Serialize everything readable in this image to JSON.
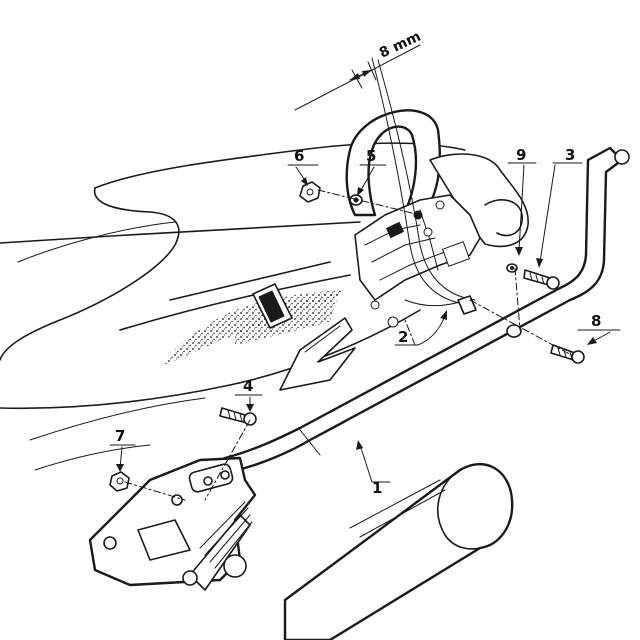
{
  "callouts": [
    {
      "id": "1",
      "label": "1"
    },
    {
      "id": "2",
      "label": "2"
    },
    {
      "id": "3",
      "label": "3"
    },
    {
      "id": "4",
      "label": "4"
    },
    {
      "id": "5",
      "label": "5"
    },
    {
      "id": "6",
      "label": "6"
    },
    {
      "id": "7",
      "label": "7"
    },
    {
      "id": "8",
      "label": "8"
    },
    {
      "id": "9",
      "label": "9"
    }
  ],
  "dimension_label": "8 mm",
  "colors": {
    "ink": "#1a1a1a",
    "paper": "#ffffff"
  }
}
